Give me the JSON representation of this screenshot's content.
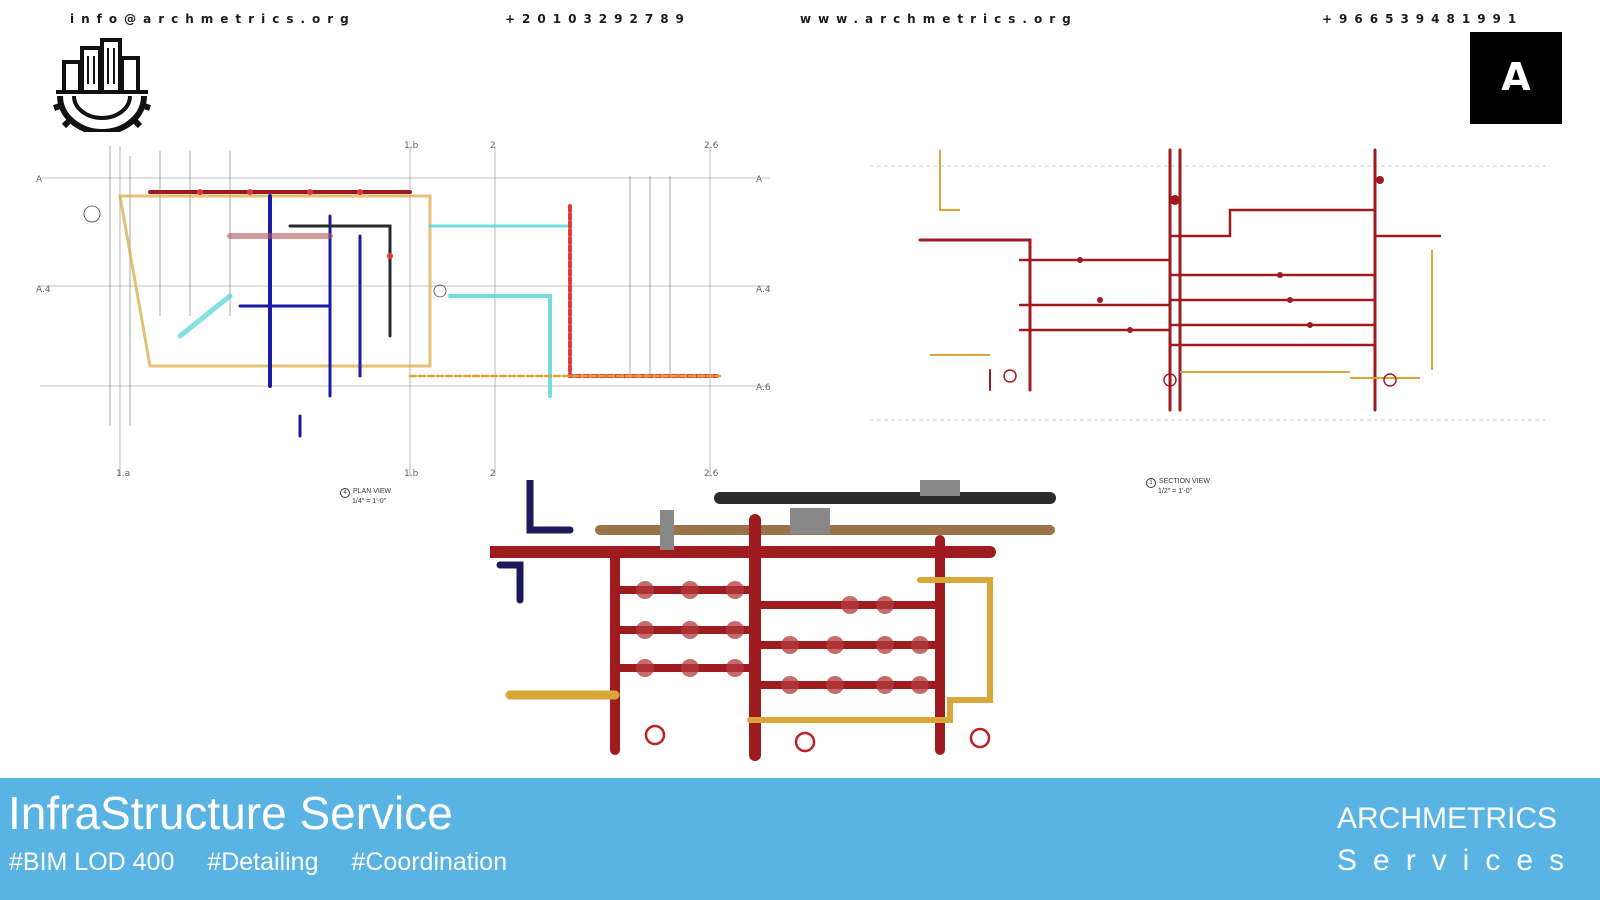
{
  "contact": {
    "email": "info@archmetrics.org",
    "phone_1": "+20103292789",
    "website": "www.archmetrics.org",
    "phone_2": "+966539481991"
  },
  "logos": {
    "city_gear_logo": "city-gear-icon",
    "brand_mark": "A"
  },
  "drawings": {
    "plan": {
      "caption_num": "4",
      "caption_title": "PLAN VIEW",
      "caption_scale": "1/4\" = 1'-0\""
    },
    "section": {
      "caption_num": "1",
      "caption_title": "SECTION VIEW",
      "caption_scale": "1/2\" = 1'-0\""
    },
    "isometric": {}
  },
  "footer": {
    "title": "InfraStructure Service",
    "tags": [
      "#BIM LOD 400",
      "#Detailing",
      "#Coordination"
    ],
    "brand_name": "ARCHMETRICS",
    "brand_sub": "Services"
  },
  "colors": {
    "footer_bg": "#5ab4e3",
    "pipe_red": "#9e1b1f",
    "pipe_yellow": "#d9a63a",
    "pipe_blue": "#1a1aa8",
    "pipe_cyan": "#4fd3d8",
    "brand_box": "#000000"
  }
}
